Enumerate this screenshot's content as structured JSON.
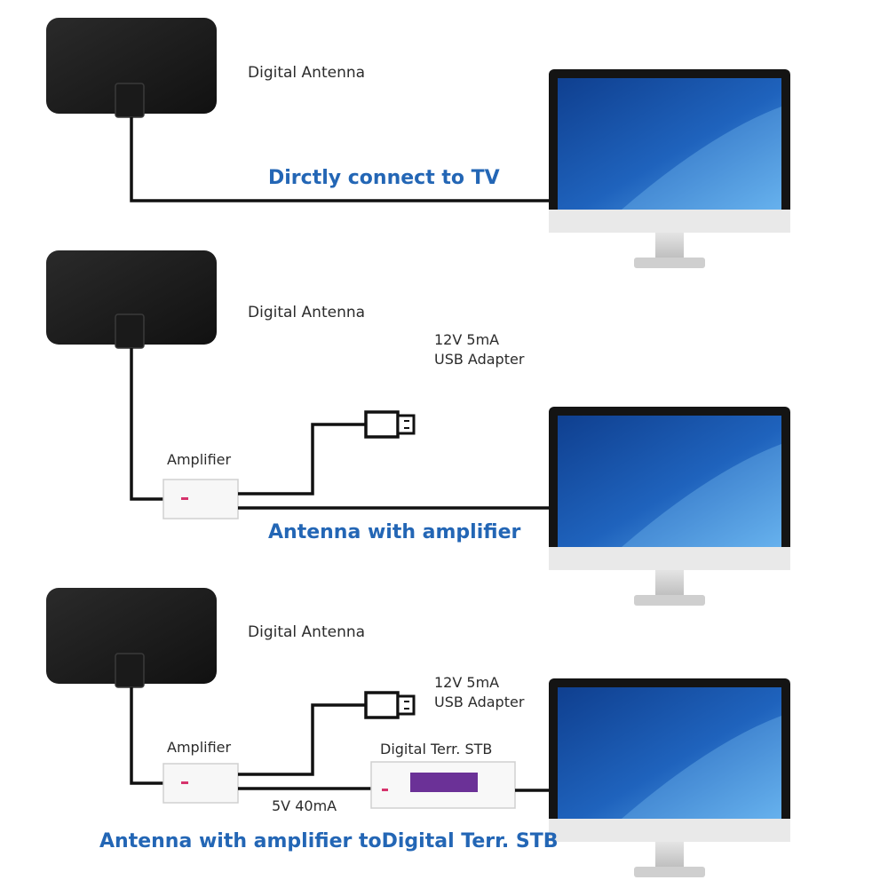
{
  "colors": {
    "caption_blue": "#2366b5",
    "antenna_black": "#1c1c1c",
    "screen_blue": "#1f5fb0",
    "bezel": "#141414",
    "stand_grey": "#d9d9d9",
    "cable": "#111111",
    "amp_marker": "#d6336c",
    "stb_display": "#5b2a86"
  },
  "icons": {
    "antenna": "flat-antenna-icon",
    "tv": "monitor-icon",
    "amplifier": "amplifier-box-icon",
    "usb": "usb-plug-icon",
    "stb": "set-top-box-icon"
  },
  "panels": [
    {
      "antenna_label": "Digital Antenna",
      "caption": "Dirctly connect to TV"
    },
    {
      "antenna_label": "Digital Antenna",
      "adapter_line1": "12V 5mA",
      "adapter_line2": "USB Adapter",
      "amplifier_label": "Amplifier",
      "caption": "Antenna with amplifier"
    },
    {
      "antenna_label": "Digital Antenna",
      "adapter_line1": "12V 5mA",
      "adapter_line2": "USB Adapter",
      "amplifier_label": "Amplifier",
      "stb_label": "Digital Terr. STB",
      "power_label": "5V 40mA",
      "caption": "Antenna with amplifier toDigital Terr. STB"
    }
  ]
}
